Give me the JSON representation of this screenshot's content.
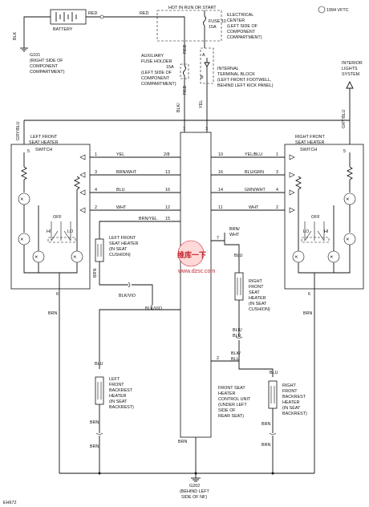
{
  "diagram": {
    "model": "1994 VFTC",
    "figure_id": "EH672",
    "watermark": {
      "brand": "维库一下",
      "url": "www.dzsc.com"
    },
    "top": {
      "hot_label": "HOT IN RUN OR START",
      "red1": "RED",
      "red2": "RED",
      "red3": "RED",
      "battery": "BATTERY",
      "blk": "BLK",
      "ground_g101": "G101",
      "ground_g101_note": [
        "(RIGHT SIDE OF",
        "COMPONENT",
        "COMPARTMENT)"
      ],
      "fuse_num": "FUSE 10",
      "fuse_amp": "15A",
      "elec_center": [
        "ELECTRICAL",
        "CENTER",
        "(LEFT SIDE OF",
        "COMPONENT",
        "COMPARTMENT)"
      ],
      "aux_fuse": [
        "AUXILIARY",
        "FUSE HOLDER",
        "15A",
        "(LEFT SIDE OF",
        "COMPONENT",
        "COMPARTMENT)"
      ],
      "red_v1": "RED",
      "red_v2": "RED",
      "internal_block": [
        "INTERNAL",
        "TERMINAL BLOCK",
        "(LEFT FRONT FOOTWELL,",
        "BEHIND LEFT KICK PANEL)"
      ],
      "blk_yel": "BLK/",
      "yel": "YEL",
      "blk_v": "BLK",
      "yel_v": "YEL",
      "interior_lights": [
        "INTERIOR",
        "LIGHTS",
        "SYSTEM"
      ],
      "pin_a": "A",
      "pin_b": "B"
    },
    "left_switch": {
      "title": [
        "LEFT FRONT",
        "SEAT HEATER",
        "SWITCH"
      ],
      "grn_blu": "GRY/BLU",
      "pins": [
        "1",
        "3",
        "4",
        "2",
        "5",
        "6"
      ],
      "wires": [
        "YEL",
        "BRN/WHT",
        "BLU",
        "WHT"
      ],
      "off": "OFF",
      "hi": "HI",
      "lo": "LO"
    },
    "right_switch": {
      "title": [
        "RIGHT FRONT",
        "SEAT HEATER",
        "SWITCH"
      ],
      "grn_blu": "GRY/BLU",
      "pins": [
        "10",
        "16",
        "14",
        "11",
        "5",
        "6"
      ],
      "pin_right": [
        "1",
        "3",
        "4",
        "2"
      ],
      "wires": [
        "YEL/BLU",
        "BLU/GRN",
        "GRN/WHT",
        "WHT"
      ],
      "off": "OFF",
      "hi": "HI",
      "lo": "LO"
    },
    "control_unit": {
      "label": [
        "FRONT SEAT",
        "HEATER",
        "CONTROL UNIT",
        "(UNDER LEFT",
        "SIDE OF",
        "REAR SEAT)"
      ],
      "pin_top_left": "1",
      "pin_top_right": "3",
      "left_pins": [
        "2/8",
        "13",
        "16",
        "12",
        "15"
      ],
      "right_pins": [
        "7",
        "2"
      ]
    },
    "left_heaters": {
      "cushion": [
        "LEFT FRONT",
        "SEAT HEATER",
        "(IN SEAT",
        "CUSHION)"
      ],
      "backrest": [
        "LEFT",
        "FRONT",
        "BACKREST",
        "HEATER",
        "(IN SEAT",
        "BACKREST)"
      ],
      "brn_yel": "BRN/YEL",
      "blk_vio1": "BLK/VIO",
      "blk_vio2": "BLK/VIO",
      "brn1": "BRN",
      "brn2": "BRN",
      "brn3": "BRN",
      "blu": "BLU"
    },
    "right_heaters": {
      "cushion": [
        "RIGHT",
        "FRONT",
        "SEAT",
        "HEATER",
        "(IN SEAT",
        "CUSHION)"
      ],
      "backrest": [
        "RIGHT",
        "FRONT",
        "BACKREST",
        "HEATER",
        "(IN SEAT",
        "BACKREST)"
      ],
      "brn_wht": [
        "BRN/",
        "WHT"
      ],
      "blk_blu1": [
        "BLK/",
        "BLU"
      ],
      "blk_blu2": [
        "BLK/",
        "BLU"
      ],
      "brn1": "BRN",
      "brn2": "BRN",
      "brn3": "BRN",
      "blu": "BLU"
    },
    "bottom": {
      "brn_left": "BRN",
      "brn_mid": "BRN",
      "brn_right": "BRN",
      "ground_g202": "G202",
      "ground_note": [
        "(BEHIND LEFT",
        "SIDE OF NF)"
      ]
    }
  }
}
